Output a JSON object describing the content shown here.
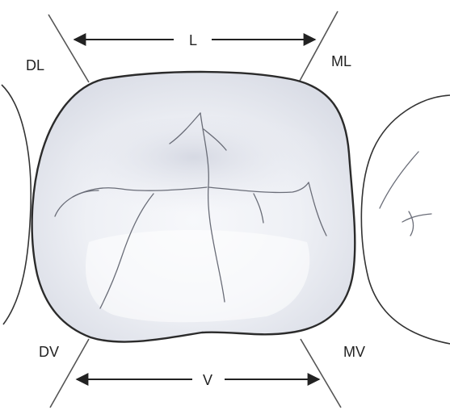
{
  "labels": {
    "lingual": "L",
    "vestibular": "V",
    "distolingual": "DL",
    "mesiolingual": "ML",
    "distovestibular": "DV",
    "mesiovestibular": "MV"
  },
  "colors": {
    "tooth_fill_light": "#ffffff",
    "tooth_fill_mid": "#eceef3",
    "tooth_shadow": "#c9cdd8",
    "outline": "#2b2b2b",
    "groove": "#6a6d78",
    "label": "#222222"
  }
}
